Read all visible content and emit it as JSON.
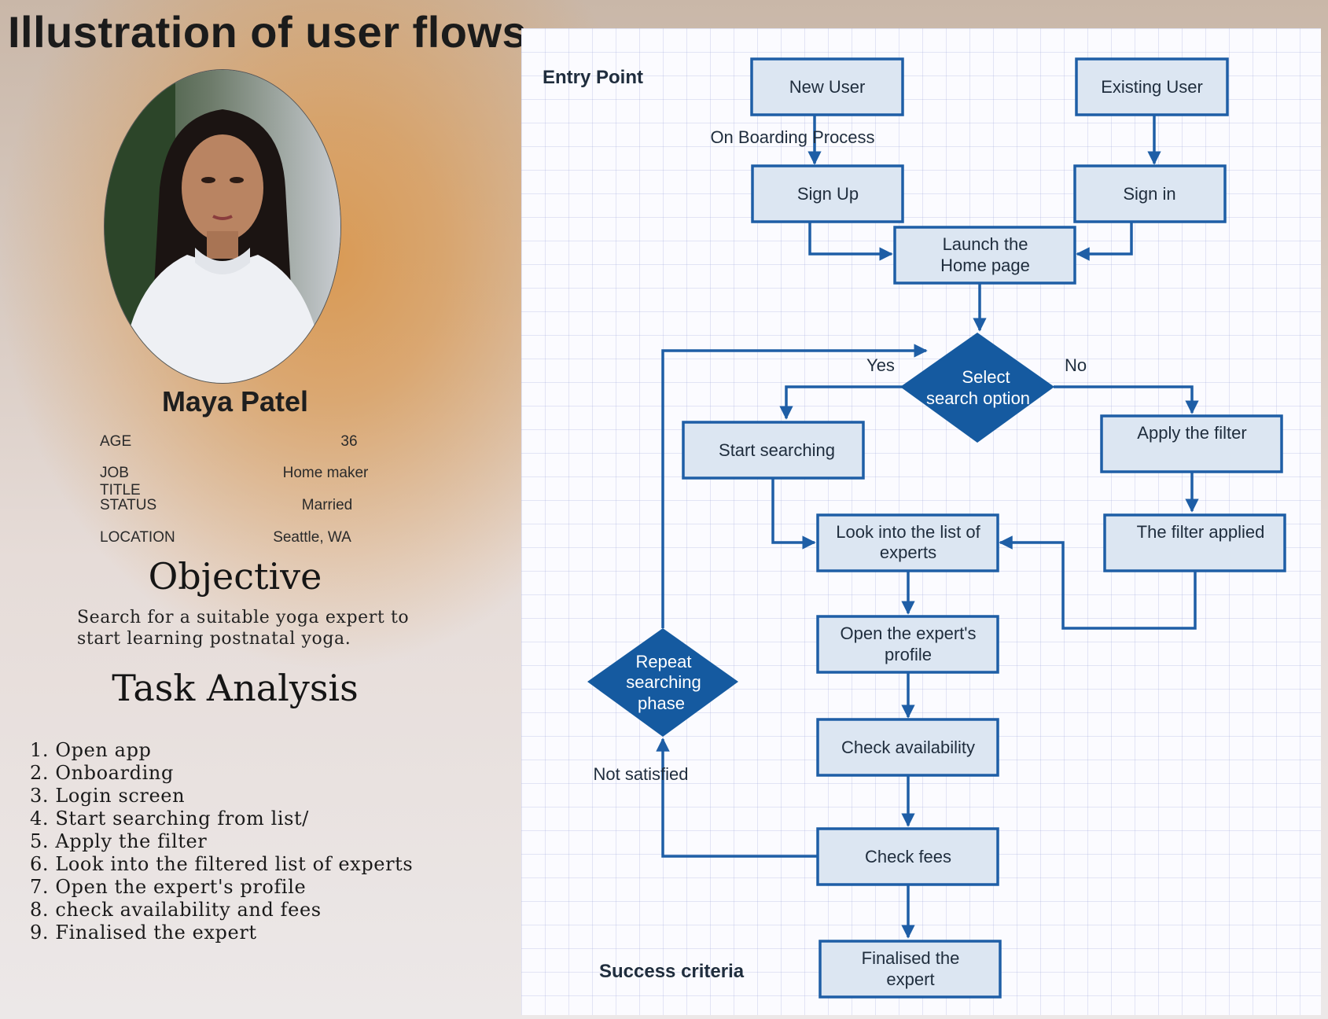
{
  "title": "Illustration of user flows",
  "persona": {
    "name": "Maya Patel",
    "info": [
      {
        "label": "AGE",
        "value": "36"
      },
      {
        "label": "JOB TITLE",
        "value": "Home maker"
      },
      {
        "label": "STATUS",
        "value": "Married"
      },
      {
        "label": "LOCATION",
        "value": "Seattle, WA"
      }
    ]
  },
  "objective": {
    "heading": "Objective",
    "text_line1": "Search for a suitable yoga expert to",
    "text_line2": "start learning postnatal yoga."
  },
  "task_analysis": {
    "heading": "Task Analysis",
    "items": [
      "1. Open app",
      "2. Onboarding",
      "3. Login screen",
      "4. Start searching from list/",
      "5. Apply the filter",
      "6. Look into the filtered list of experts",
      "7. Open the expert's profile",
      "8. check availability and fees",
      "9. Finalised the expert"
    ]
  },
  "flow": {
    "entry_point": "Entry Point",
    "success_criteria": "Success criteria",
    "nodes": {
      "new_user": "New User",
      "existing_user": "Existing User",
      "sign_up": "Sign Up",
      "sign_in": "Sign in",
      "home_l1": "Launch the",
      "home_l2": "Home page",
      "select_l1": "Select",
      "select_l2": "search option",
      "start_searching": "Start searching",
      "apply_filter": "Apply the filter",
      "filter_applied": "The filter applied",
      "look_l1": "Look into the list of",
      "look_l2": "experts",
      "open_l1": "Open the expert's",
      "open_l2": "profile",
      "check_availability": "Check availability",
      "check_fees": "Check fees",
      "repeat_l1": "Repeat",
      "repeat_l2": "searching",
      "repeat_l3": "phase",
      "final_l1": "Finalised the",
      "final_l2": "expert"
    },
    "edge_labels": {
      "onboarding": "On Boarding Process",
      "yes": "Yes",
      "no": "No",
      "not_satisfied": "Not satisfied"
    }
  }
}
